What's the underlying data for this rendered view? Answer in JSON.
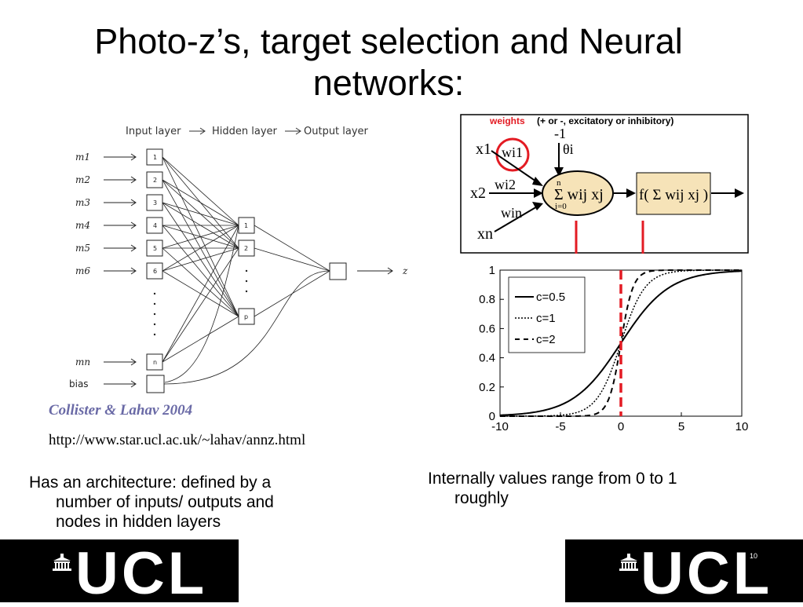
{
  "title": {
    "line1": "Photo-z’s, target selection and Neural",
    "line2": "networks:"
  },
  "network": {
    "header_input": "Input layer",
    "header_hidden": "Hidden layer",
    "header_output": "Output layer",
    "inputs": [
      "m1",
      "m2",
      "m3",
      "m4",
      "m5",
      "m6",
      "mn",
      "bias"
    ],
    "input_nodes": [
      "1",
      "2",
      "3",
      "4",
      "5",
      "6",
      "n"
    ],
    "hidden_nodes": [
      "1",
      "2",
      "p"
    ],
    "output_label": "z"
  },
  "citation": "Collister & Lahav 2004",
  "url": "http://www.star.ucl.ac.uk/~lahav/annz.html",
  "neuron": {
    "weights_label": "weights",
    "weights_note": "(+ or -, excitatory or inhibitory)",
    "bias_value": "-1",
    "theta": "θi",
    "x_labels": [
      "x1",
      "x2",
      "xn"
    ],
    "w_labels": [
      "wi1",
      "wi2",
      "win"
    ],
    "sum_expr": "Σ wij xj",
    "sum_limits": [
      "n",
      "i=0"
    ],
    "f_expr": "f( Σ wij xj )"
  },
  "chart_data": {
    "type": "line",
    "x_ticks": [
      "-10",
      "-5",
      "0",
      "5",
      "10"
    ],
    "y_ticks": [
      "0",
      "0.2",
      "0.4",
      "0.6",
      "0.8",
      "1"
    ],
    "xlim": [
      -10,
      10
    ],
    "ylim": [
      0,
      1
    ],
    "series": [
      {
        "name": "c=0.5",
        "style": "solid",
        "c": 0.5
      },
      {
        "name": "c=1",
        "style": "dotted",
        "c": 1
      },
      {
        "name": "c=2",
        "style": "dashed",
        "c": 2
      }
    ],
    "vline_x": 0,
    "vline_color": "#e31b23",
    "legend": "top-left"
  },
  "bullets": {
    "left_line1": "Has an architecture: defined by a",
    "left_line2": "number of inputs/ outputs and",
    "left_line3": "nodes in hidden layers",
    "right_line1": "Internally values range from 0 to 1",
    "right_line2": "roughly"
  },
  "logo_text": "UCL",
  "page_number": "10"
}
